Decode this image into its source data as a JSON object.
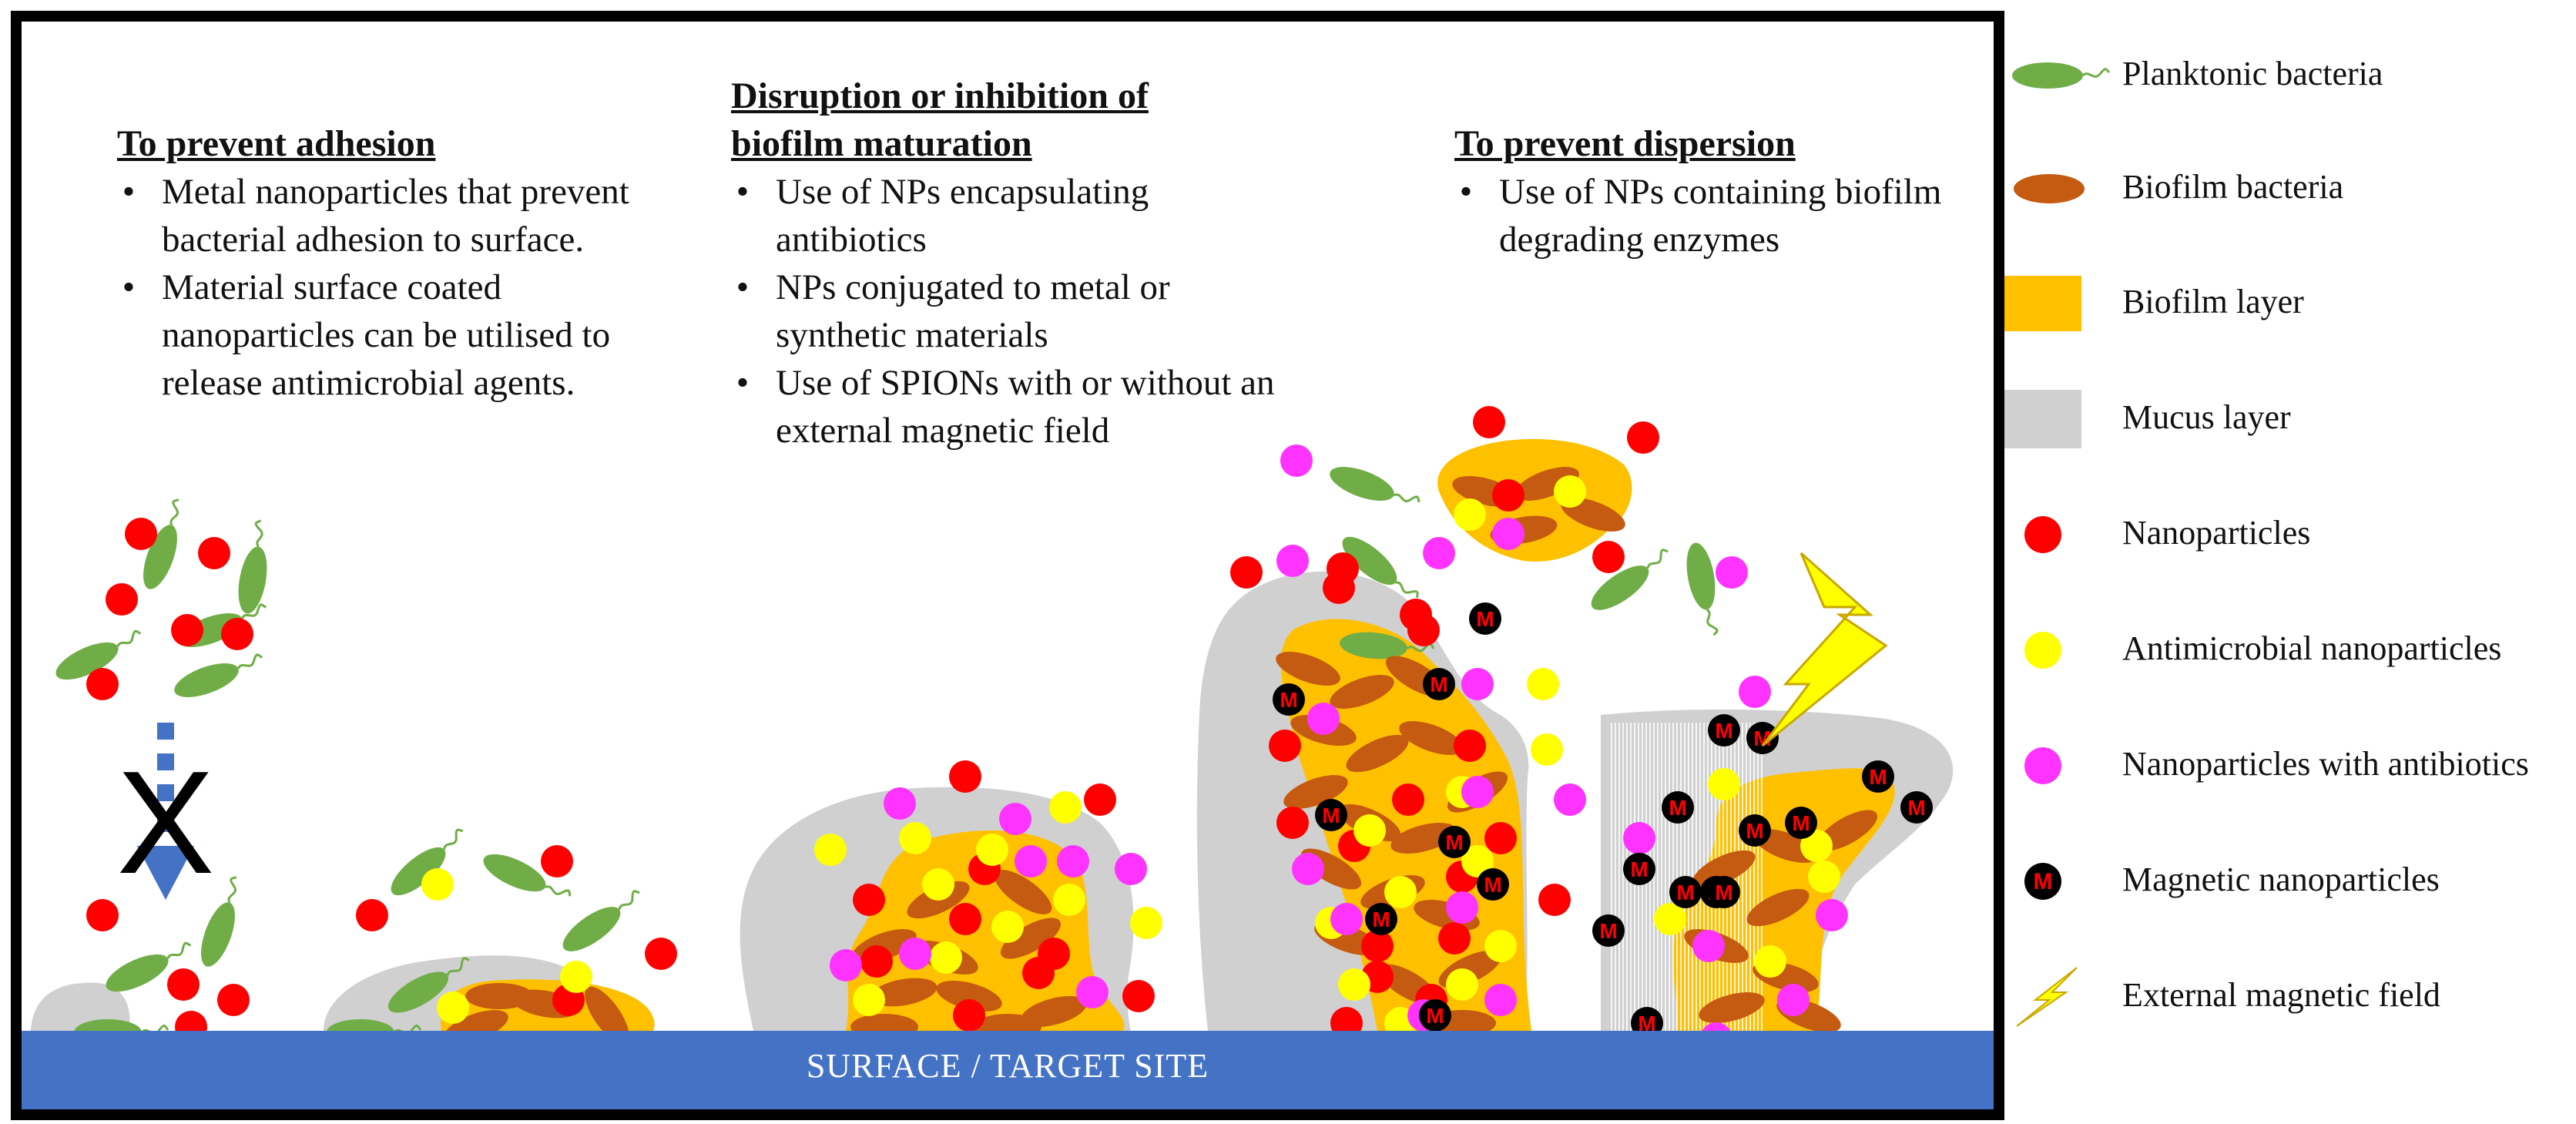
{
  "panels": {
    "adhesion": {
      "heading": "To prevent adhesion",
      "bullets": [
        "Metal nanoparticles that prevent bacterial adhesion to surface.",
        "Material surface coated nanoparticles can be utilised to release antimicrobial agents."
      ]
    },
    "maturation": {
      "heading_line1": "Disruption or inhibition of",
      "heading_line2": "biofilm maturation",
      "bullets": [
        "Use of NPs encapsulating antibiotics",
        "NPs conjugated to metal or synthetic materials",
        "Use of SPIONs with or without an external magnetic field"
      ]
    },
    "dispersion": {
      "heading": "To prevent dispersion",
      "bullets": [
        "Use of NPs containing biofilm degrading enzymes"
      ]
    }
  },
  "surface_label": "SURFACE / TARGET SITE",
  "blocked_marker": "X",
  "magnetic_marker": "M",
  "legend": [
    {
      "label": "Planktonic bacteria",
      "icon": "planktonic-bacteria-icon"
    },
    {
      "label": "Biofilm bacteria",
      "icon": "biofilm-bacteria-icon"
    },
    {
      "label": "Biofilm layer",
      "icon": "biofilm-layer-icon"
    },
    {
      "label": "Mucus layer",
      "icon": "mucus-layer-icon"
    },
    {
      "label": "Nanoparticles",
      "icon": "nanoparticle-icon"
    },
    {
      "label": "Antimicrobial nanoparticles",
      "icon": "antimicrobial-nanoparticle-icon"
    },
    {
      "label": "Nanoparticles with antibiotics",
      "icon": "antibiotic-nanoparticle-icon"
    },
    {
      "label": "Magnetic nanoparticles",
      "icon": "magnetic-nanoparticle-icon"
    },
    {
      "label": "External magnetic field",
      "icon": "lightning-bolt-icon"
    }
  ],
  "colors": {
    "planktonic": "#70ad47",
    "biofilm_bacteria": "#c55a11",
    "biofilm_layer": "#ffc000",
    "mucus": "#d0d0d0",
    "nanoparticle": "#ff0000",
    "antimicrobial": "#ffff00",
    "antibiotic": "#ff33ff",
    "magnetic": "#000000",
    "surface": "#4472c4",
    "bolt": "#ffff00"
  }
}
